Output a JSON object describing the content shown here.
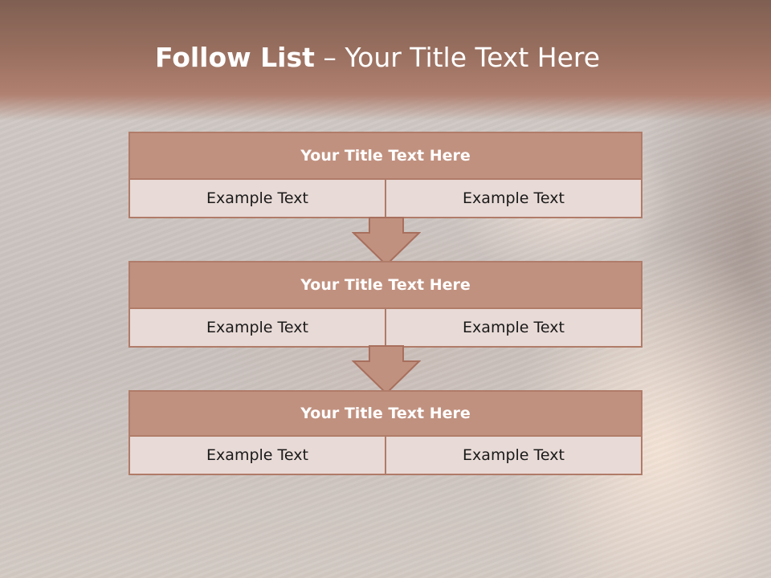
{
  "title": {
    "bold": "Follow List",
    "rest": " – Your Title Text Here"
  },
  "colors": {
    "block_border": "#b07c69",
    "block_header": "#c1917f",
    "cell_bg": "#e8dad6",
    "title_band": "#9a7060"
  },
  "blocks": [
    {
      "title": "Your Title Text Here",
      "cells": [
        "Example Text",
        "Example Text"
      ]
    },
    {
      "title": "Your Title Text Here",
      "cells": [
        "Example Text",
        "Example Text"
      ]
    },
    {
      "title": "Your Title Text Here",
      "cells": [
        "Example Text",
        "Example Text"
      ]
    }
  ]
}
